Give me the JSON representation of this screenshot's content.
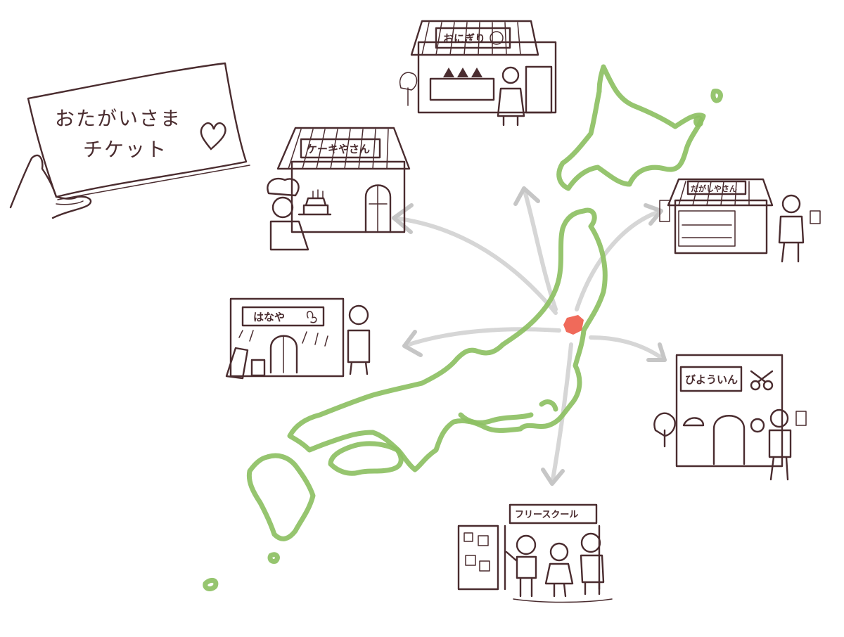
{
  "ticket": {
    "line1": "おたがいさま",
    "line2": "チケット",
    "heart": "♡"
  },
  "shops": {
    "onigiri": {
      "sign": "おにぎり"
    },
    "cake": {
      "sign": "ケーキやさん"
    },
    "dagashi": {
      "sign": "だがしやさん"
    },
    "hanaya": {
      "sign": "はなや"
    },
    "biyouin": {
      "sign": "びよういん"
    },
    "freeschool": {
      "sign": "フリースクール"
    }
  },
  "colors": {
    "map_outline": "#8dc063",
    "origin_marker": "#f06a5a",
    "ink": "#4a2c2f",
    "arrows": "#d6d6d6"
  },
  "icons": {
    "heart": "heart-icon",
    "scissors": "scissors-icon",
    "origin": "origin-marker"
  }
}
